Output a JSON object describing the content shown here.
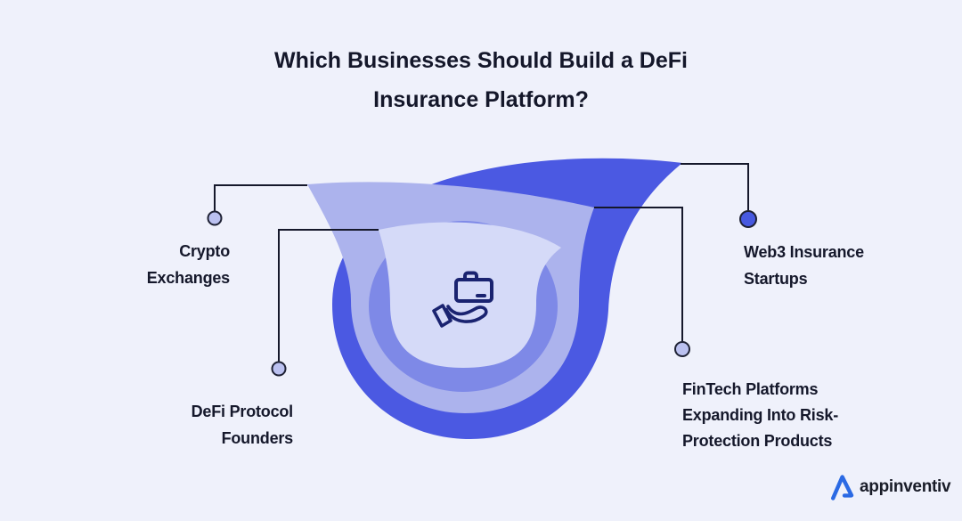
{
  "page": {
    "background_color": "#EFF1FB",
    "type": "infographic"
  },
  "title": {
    "line1": "Which Businesses Should Build a DeFi",
    "line2": "Insurance Platform?"
  },
  "diagram": {
    "center_icon": "briefcase-in-hand-icon",
    "colors": {
      "swirl_outer": "#4B59E2",
      "swirl_band": "#ACB3ED",
      "swirl_mid_ring": "#7E89E7",
      "swirl_center": "#D5DAF8",
      "icon_stroke": "#1A2370",
      "connector_line": "#15182B",
      "dot_light_fill": "#BBC1F0",
      "dot_blue_fill": "#4759E0"
    },
    "labels": {
      "crypto": {
        "line1": "Crypto",
        "line2": "Exchanges"
      },
      "defi": {
        "line1": "DeFi Protocol",
        "line2": "Founders"
      },
      "web3": {
        "line1": "Web3 Insurance",
        "line2": "Startups"
      },
      "fintech": {
        "line1": "FinTech Platforms",
        "line2": "Expanding Into Risk-",
        "line3": "Protection Products"
      }
    }
  },
  "brand": {
    "logo_icon": "appinventiv-a-icon",
    "logo_text": "appinventiv",
    "logo_accent_color": "#2B6AE4"
  }
}
